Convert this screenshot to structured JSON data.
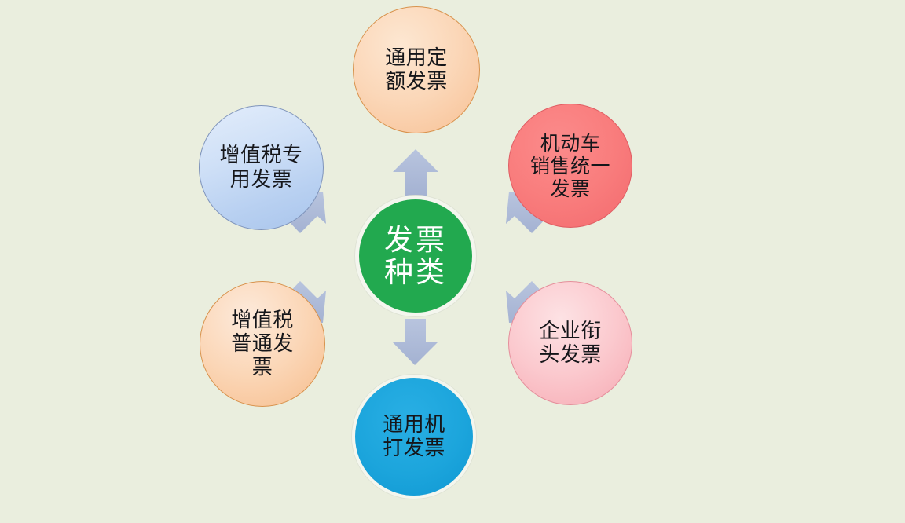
{
  "diagram": {
    "title_text": "发票种类",
    "background_color": "#EAEEDE",
    "arrow_color": "#AEBBD8",
    "center": {
      "name": "invoice-types",
      "label": "发票\n种类",
      "color": "#22A94F",
      "text_color": "#FFFFFF"
    },
    "nodes": [
      {
        "name": "general-quota-invoice",
        "label": "通用定\n额发票",
        "position": "top",
        "color": "#FBD7B8",
        "border_color": "#D8924C",
        "text_color": "#15161A"
      },
      {
        "name": "motor-vehicle-sales-unified-invoice",
        "label": "机动车\n销售统一\n发票",
        "position": "top-right",
        "color": "#F97D7D",
        "border_color": "#E05D63",
        "text_color": "#15161A"
      },
      {
        "name": "enterprise-letterhead-invoice",
        "label": "企业衔\n头发票",
        "position": "right",
        "color": "#FBC9CE",
        "border_color": "#E58E9B",
        "text_color": "#15161A"
      },
      {
        "name": "general-machine-printed-invoice",
        "label": "通用机\n打发票",
        "position": "bottom",
        "color": "#1CA5DC",
        "border_color": "#F4F6EE",
        "text_color": "#15161A"
      },
      {
        "name": "vat-ordinary-invoice",
        "label": "增值税\n普通发\n票",
        "position": "bottom-left",
        "color": "#FBD6B6",
        "border_color": "#D8924C",
        "text_color": "#15161A"
      },
      {
        "name": "vat-special-invoice",
        "label": "增值税专\n用发票",
        "position": "top-left",
        "color": "#CFE0F7",
        "border_color": "#7F94BB",
        "text_color": "#15161A"
      }
    ],
    "arrows": [
      {
        "name": "arrow-up",
        "direction": "up"
      },
      {
        "name": "arrow-up-left",
        "direction": "up-left"
      },
      {
        "name": "arrow-up-right",
        "direction": "up-right"
      },
      {
        "name": "arrow-down",
        "direction": "down"
      },
      {
        "name": "arrow-down-left",
        "direction": "down-left"
      },
      {
        "name": "arrow-down-right",
        "direction": "down-right"
      }
    ]
  }
}
